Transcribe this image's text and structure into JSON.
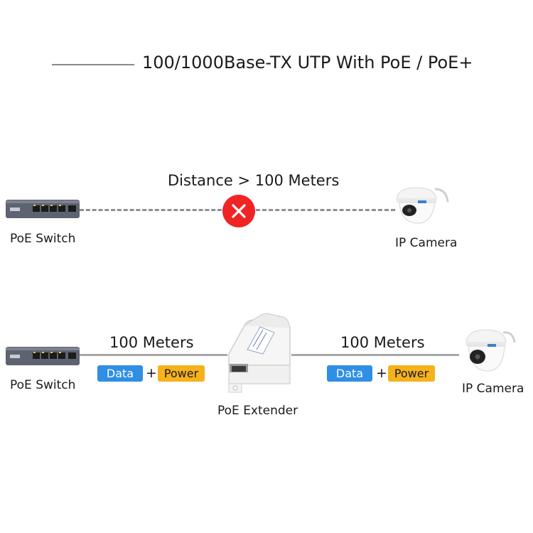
{
  "title": "100/1000Base-TX UTP With PoE / PoE+",
  "top_row": {
    "distance_label": "Distance > 100 Meters",
    "switch_label": "PoE Switch",
    "camera_label": "IP Camera",
    "status_icon": "x-circle-icon"
  },
  "bottom_row": {
    "switch_label": "PoE Switch",
    "extender_label": "PoE Extender",
    "camera_label": "IP Camera",
    "left_segment": {
      "meters": "100 Meters",
      "data": "Data",
      "plus": "+",
      "power": "Power"
    },
    "right_segment": {
      "meters": "100 Meters",
      "data": "Data",
      "plus": "+",
      "power": "Power"
    }
  },
  "colors": {
    "data_pill": "#2f8fe4",
    "power_pill": "#f5b21c",
    "error": "#f02424",
    "line": "#a8a8a8"
  }
}
